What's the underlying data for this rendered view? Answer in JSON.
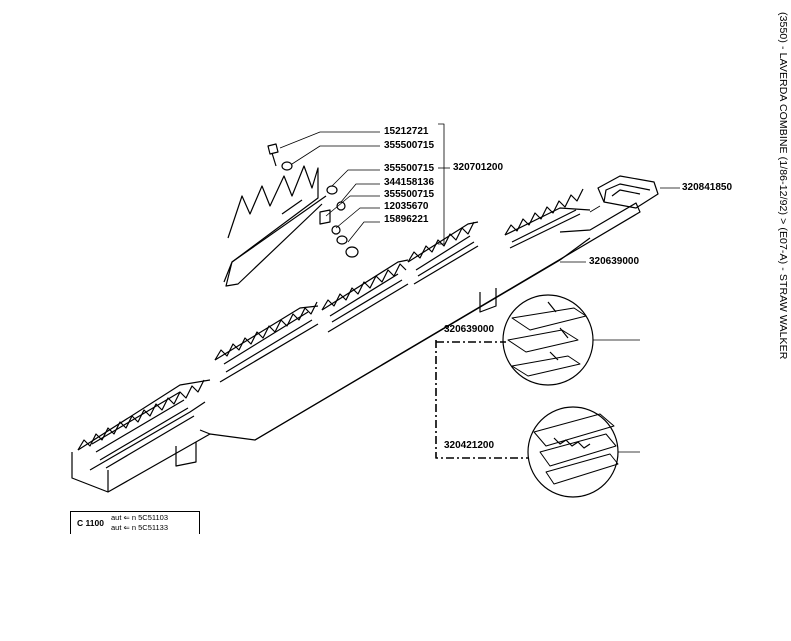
{
  "header": {
    "vertical_title": "(3550) - LAVERDA COMBINE (1/86-12/92) > (E07-A) - STRAW WALKER"
  },
  "parts": {
    "p1": "15212721",
    "p2": "355500715",
    "p3": "355500715",
    "p4": "344158136",
    "p5": "355500715",
    "p6": "12035670",
    "p7": "15896221",
    "group_ref": "320701200",
    "cover": "320841850",
    "walker": "320639000",
    "detail_top": "320639000",
    "detail_bottom": "320421200"
  },
  "model_box": {
    "model": "C 1100",
    "serial_1": "aut ⇐ n 5C51103",
    "serial_2": "aut ⇐ n 5C51133"
  }
}
